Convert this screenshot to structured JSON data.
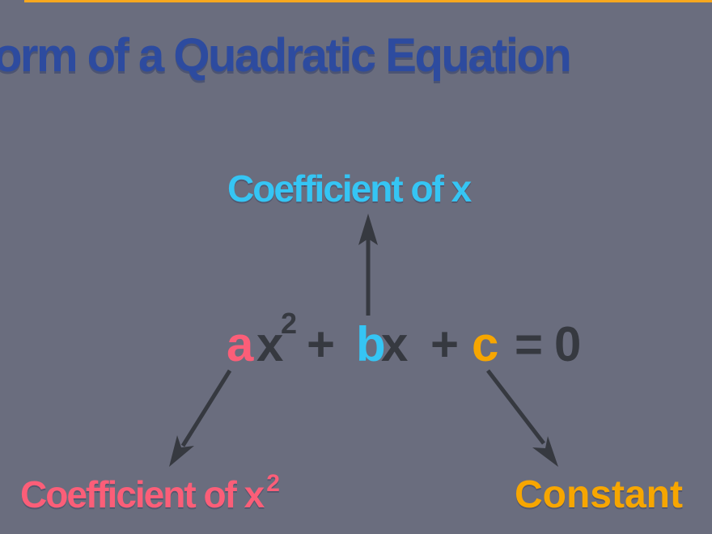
{
  "colors": {
    "background": "#6a6d7e",
    "top_accent": "#f7a81f",
    "title_blue": "#2d4b9f",
    "cyan": "#35c5f4",
    "pink": "#fb5e78",
    "orange": "#f7a600",
    "dark": "#363940"
  },
  "title": {
    "text": "orm of a Quadratic Equation"
  },
  "equation": {
    "tokens": [
      {
        "text": "a",
        "color": "pink"
      },
      {
        "text": "x",
        "color": "dark"
      },
      {
        "text": "2",
        "color": "dark",
        "superscript": true
      },
      {
        "text": "+",
        "color": "dark"
      },
      {
        "text": "b",
        "color": "cyan"
      },
      {
        "text": "x",
        "color": "dark"
      },
      {
        "text": "+",
        "color": "dark"
      },
      {
        "text": "c",
        "color": "orange"
      },
      {
        "text": "=",
        "color": "dark"
      },
      {
        "text": "0",
        "color": "dark"
      }
    ]
  },
  "labels": {
    "coefficient_of_x": "Coefficient of x",
    "coefficient_of_x2_base": "Coefficient of x",
    "coefficient_of_x2_sup": "2",
    "constant": "Constant"
  },
  "arrows": [
    {
      "name": "arrow-up-to-coefficient-of-x",
      "from": "b",
      "to": "coefficient-of-x-label"
    },
    {
      "name": "arrow-down-left-to-coefficient-of-x2",
      "from": "a",
      "to": "coefficient-of-x2-label"
    },
    {
      "name": "arrow-down-right-to-constant",
      "from": "c",
      "to": "constant-label"
    }
  ]
}
